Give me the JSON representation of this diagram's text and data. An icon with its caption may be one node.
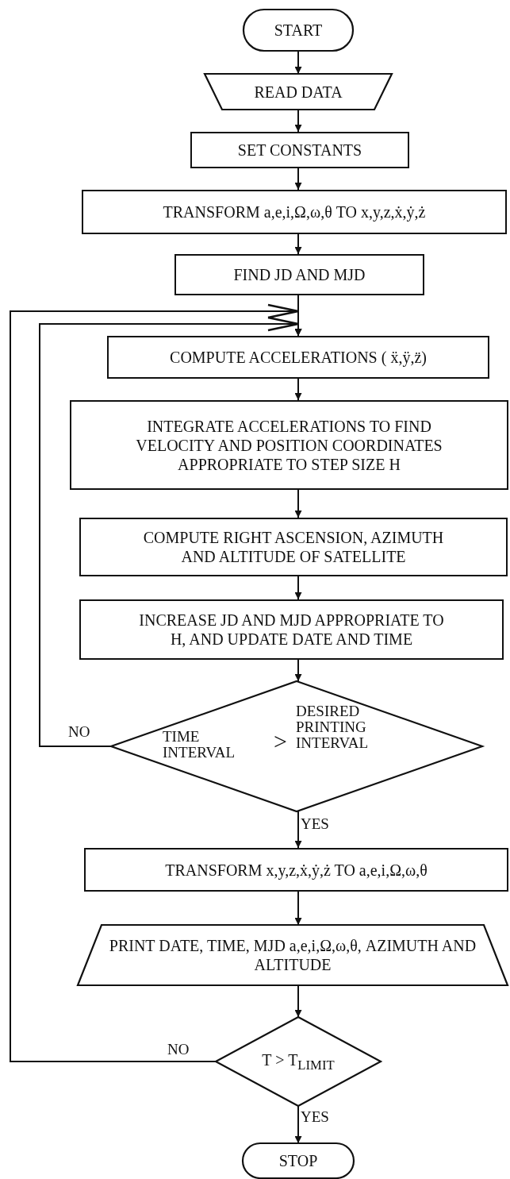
{
  "diagram": {
    "nodes": [
      {
        "text": [
          "START"
        ]
      },
      {
        "text": [
          "READ DATA"
        ]
      },
      {
        "text": [
          "SET CONSTANTS"
        ]
      },
      {
        "text": [
          "TRANSFORM  a,e,i,Ω,ω,θ  TO  x,y,z,ẋ,ẏ,ż"
        ]
      },
      {
        "text": [
          "FIND  JD  AND  MJD"
        ]
      },
      {
        "text": [
          "COMPUTE ACCELERATIONS ( ẍ,ÿ,z̈)"
        ]
      },
      {
        "text": [
          "INTEGRATE ACCELERATIONS TO FIND VELOCITY AND POSITION COORDINATES APPROPRIATE TO STEP SIZE H"
        ]
      },
      {
        "text": [
          "COMPUTE RIGHT ASCENSION, AZIMUTH AND ALTITUDE OF SATELLITE"
        ]
      },
      {
        "text": [
          "INCREASE JD AND MJD APPROPRIATE TO H, AND UPDATE DATE AND TIME"
        ]
      },
      {
        "text": [
          "TIME INTERVAL",
          ">",
          "DESIRED PRINTING INTERVAL"
        ]
      },
      {
        "text": [
          "TRANSFORM  x,y,z,ẋ,ẏ,ż  TO  a,e,i,Ω,ω,θ"
        ]
      },
      {
        "text": [
          "PRINT DATE, TIME, MJD a,e,i,Ω,ω,θ, AZIMUTH AND ALTITUDE"
        ]
      },
      {
        "text": [
          "T > T$_{LIMIT}$"
        ]
      },
      {
        "text": [
          "STOP"
        ]
      }
    ],
    "edges": [
      {
        "from": 0,
        "to": 1,
        "arrow": "to"
      },
      {
        "from": 1,
        "to": 2,
        "arrow": "to"
      },
      {
        "from": 2,
        "to": 3,
        "arrow": "to"
      },
      {
        "from": 3,
        "to": 4,
        "arrow": "to"
      },
      {
        "from": 4,
        "to": 5,
        "arrow": "to"
      },
      {
        "from": 5,
        "to": 6,
        "arrow": "to"
      },
      {
        "from": 6,
        "to": 7,
        "arrow": "to"
      },
      {
        "from": 7,
        "to": 8,
        "arrow": "to"
      },
      {
        "from": 8,
        "to": 9,
        "arrow": "to"
      },
      {
        "from": 9,
        "to": 5,
        "arrow": "to",
        "label": "NO"
      },
      {
        "from": 9,
        "to": 10,
        "arrow": "to",
        "label": "YES"
      },
      {
        "from": 10,
        "to": 11,
        "arrow": "to"
      },
      {
        "from": 11,
        "to": 12,
        "arrow": "to"
      },
      {
        "from": 12,
        "to": 5,
        "arrow": "to",
        "label": "NO"
      },
      {
        "from": 12,
        "to": 13,
        "arrow": "to",
        "label": "YES"
      }
    ]
  }
}
